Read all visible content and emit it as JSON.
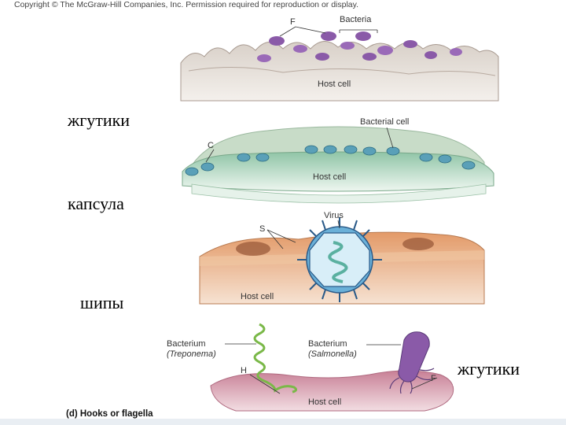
{
  "copyright": "Copyright © The McGraw-Hill Companies, Inc. Permission required for reproduction or display.",
  "panel_a": {
    "f_label": "F",
    "bacteria_label": "Bacteria",
    "host_label": "Host cell"
  },
  "panel_b": {
    "c_label": "C",
    "bacterial_cell_label": "Bacterial cell",
    "host_label": "Host cell"
  },
  "panel_c": {
    "s_label": "S",
    "virus_label": "Virus",
    "host_label": "Host cell"
  },
  "panel_d": {
    "caption": "(d) Hooks or flagella",
    "bacterium_left": "Bacterium",
    "bacterium_left_name": "(Treponema)",
    "bacterium_right": "Bacterium",
    "bacterium_right_name": "(Salmonella)",
    "h_label": "H",
    "f_label": "F",
    "host_label": "Host cell"
  },
  "ru_labels": {
    "flagella_1": "жгутики",
    "capsule": "капсула",
    "spikes": "шипы",
    "flagella_2": "жгутики"
  },
  "colors": {
    "tissue_a": "#c8c0b8",
    "bacteria_purple": "#8a5aa8",
    "green_host": "#b8d8c0",
    "capsule_teal": "#5aa0b8",
    "orange_host": "#e8b088",
    "virus_blue": "#6ab0d8",
    "pink_host": "#d89aa8"
  }
}
